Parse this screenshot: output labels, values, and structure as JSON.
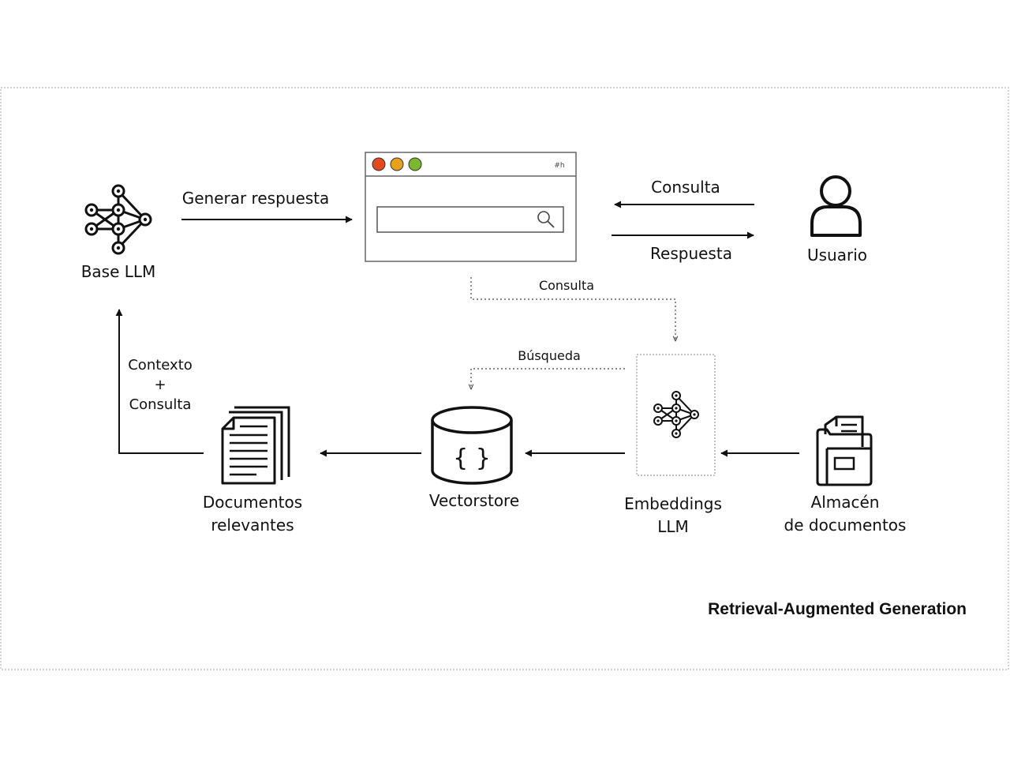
{
  "title": "Retrieval-Augmented Generation",
  "nodes": {
    "base_llm": {
      "label": "Base LLM",
      "icon": "neural-network-icon"
    },
    "browser": {
      "tag": "#h",
      "icon": "search-icon",
      "window_buttons": [
        "#e34a1f",
        "#e6a21c",
        "#7cb82f"
      ]
    },
    "user": {
      "label": "Usuario",
      "icon": "user-icon"
    },
    "embeddings": {
      "label_line1": "Embeddings",
      "label_line2": "LLM",
      "icon": "neural-network-icon"
    },
    "vectorstore": {
      "label": "Vectorstore",
      "icon": "database-icon",
      "glyph": "{ }"
    },
    "docs_relevant": {
      "label_line1": "Documentos",
      "label_line2": "relevantes",
      "icon": "documents-icon"
    },
    "doc_store": {
      "label_line1": "Almacén",
      "label_line2": "de documentos",
      "icon": "folder-icon"
    }
  },
  "edges": {
    "generate": "Generar respuesta",
    "query_in": "Consulta",
    "response_out": "Respuesta",
    "query_dotted": "Consulta",
    "search": "Búsqueda",
    "context_line1": "Contexto",
    "context_line2": "+",
    "context_line3": "Consulta"
  }
}
